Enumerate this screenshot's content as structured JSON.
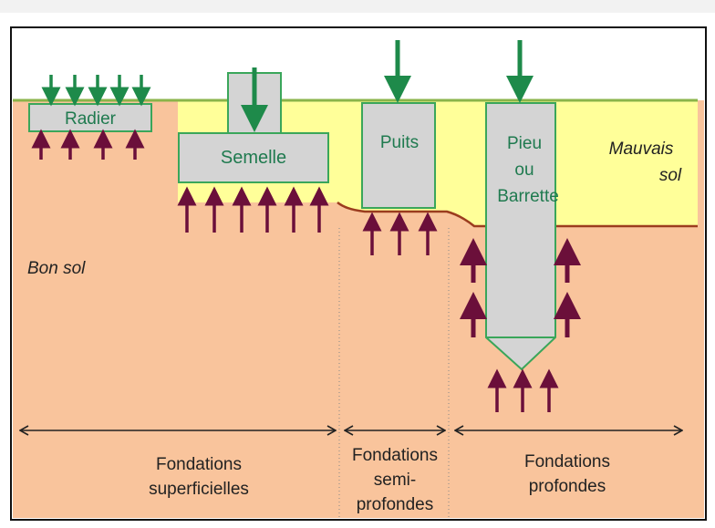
{
  "elements": {
    "radier": "Radier",
    "semelle": "Semelle",
    "puits": "Puits",
    "pieu_line1": "Pieu",
    "pieu_line2": "ou",
    "pieu_line3": "Barrette"
  },
  "soils": {
    "bad_soil_line1": "Mauvais",
    "bad_soil_line2": "sol",
    "good_soil": "Bon sol"
  },
  "categories": {
    "superficielles_line1": "Fondations",
    "superficielles_line2": "superficielles",
    "semi_line1": "Fondations",
    "semi_line2": "semi-",
    "semi_line3": "profondes",
    "profondes_line1": "Fondations",
    "profondes_line2": "profondes"
  },
  "colors": {
    "good_soil": "#f9c49c",
    "bad_soil": "#ffff99",
    "foundation_fill": "#d4d4d4",
    "foundation_stroke": "#3aa65a",
    "load_arrow": "#1e8a4a",
    "reaction_arrow": "#6b0f3a",
    "label_text": "#1f7a4f",
    "soil_boundary": "#9b3c1e"
  }
}
